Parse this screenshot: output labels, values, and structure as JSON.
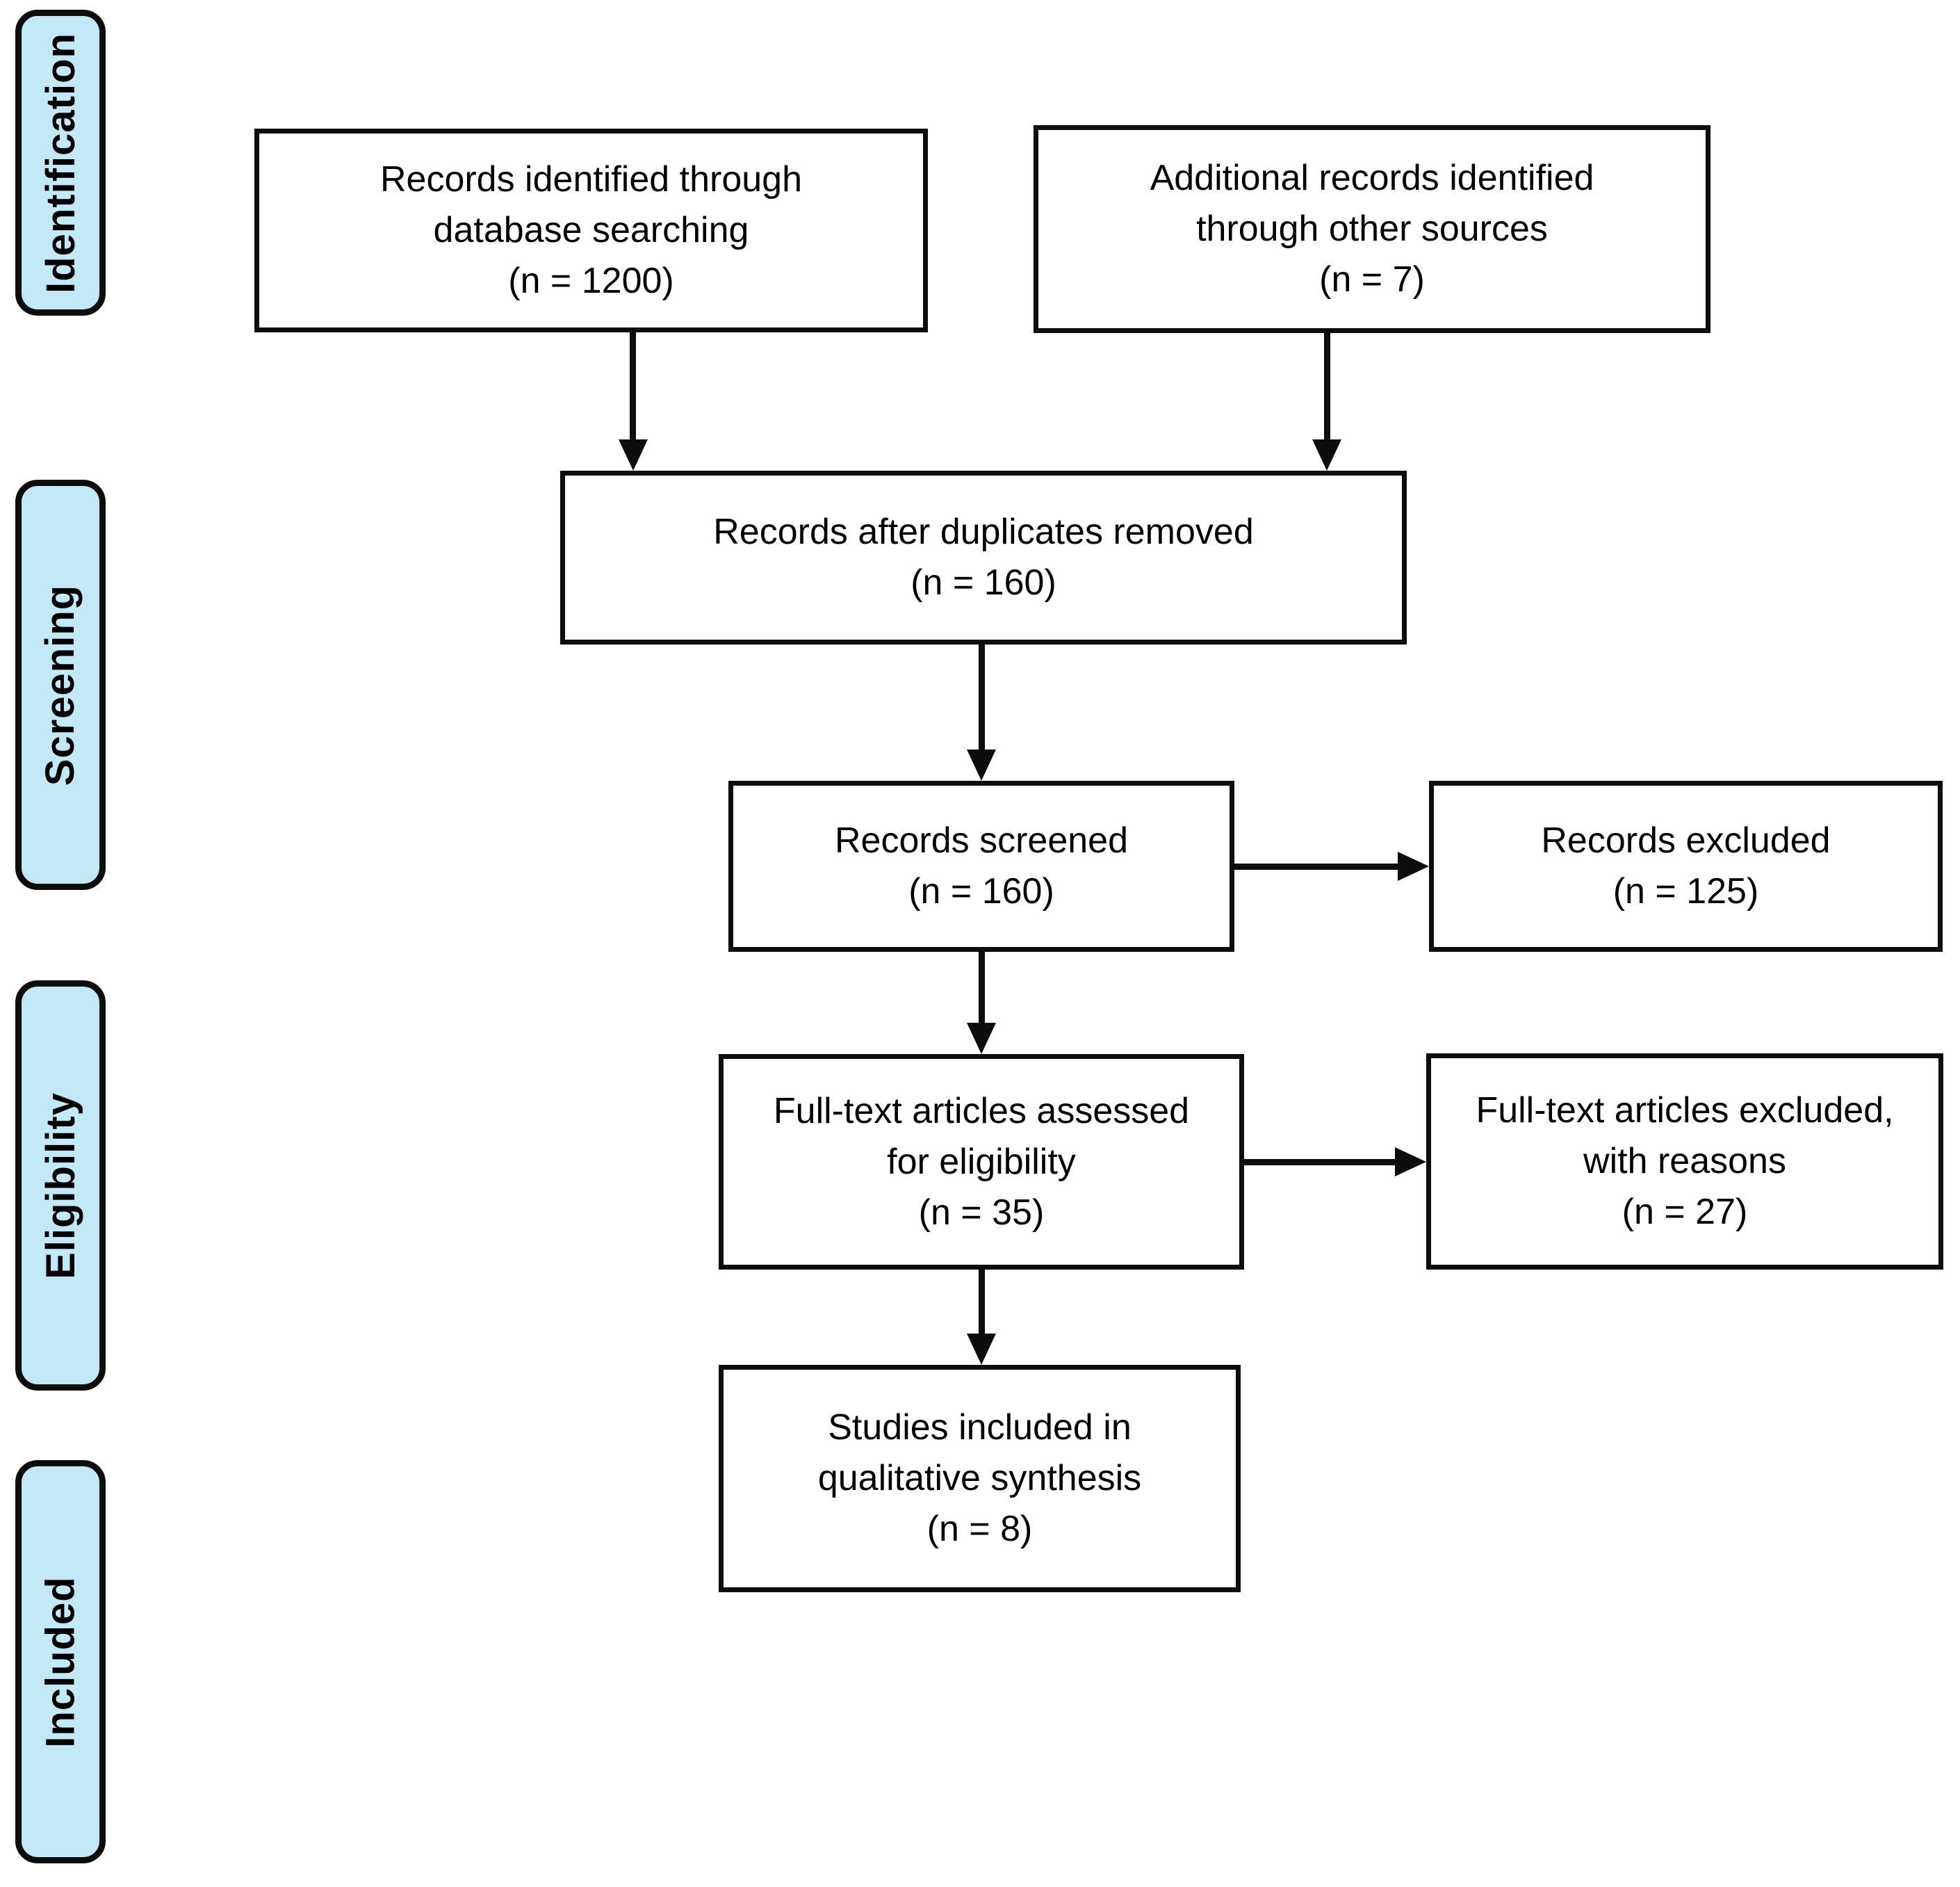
{
  "diagram": {
    "type": "prisma-flow-diagram",
    "colors": {
      "stage_fill": "#c3e8f8",
      "box_fill": "#ffffff",
      "line": "#0d0d0d",
      "text": "#000000"
    },
    "stages": [
      {
        "id": "identification",
        "label": "Identification"
      },
      {
        "id": "screening",
        "label": "Screening"
      },
      {
        "id": "eligibility",
        "label": "Eligibility"
      },
      {
        "id": "included",
        "label": "Included"
      }
    ],
    "boxes": [
      {
        "id": "records-identified",
        "label": "Records identified through\ndatabase searching",
        "n": 1200,
        "n_label": "(n = 1200)"
      },
      {
        "id": "additional-records",
        "label": "Additional records identified\nthrough other sources",
        "n": 7,
        "n_label": "(n = 7)"
      },
      {
        "id": "after-duplicates",
        "label": "Records after duplicates removed",
        "n": 160,
        "n_label": "(n = 160)"
      },
      {
        "id": "records-screened",
        "label": "Records screened",
        "n": 160,
        "n_label": "(n = 160)"
      },
      {
        "id": "records-excluded",
        "label": "Records excluded",
        "n": 125,
        "n_label": "(n = 125)"
      },
      {
        "id": "fulltext-assessed",
        "label": "Full-text articles assessed\nfor eligibility",
        "n": 35,
        "n_label": "(n = 35)"
      },
      {
        "id": "fulltext-excluded",
        "label": "Full-text articles excluded,\nwith reasons",
        "n": 27,
        "n_label": "(n = 27)"
      },
      {
        "id": "studies-included",
        "label": "Studies included in\nqualitative synthesis",
        "n": 8,
        "n_label": "(n = 8)"
      }
    ]
  }
}
